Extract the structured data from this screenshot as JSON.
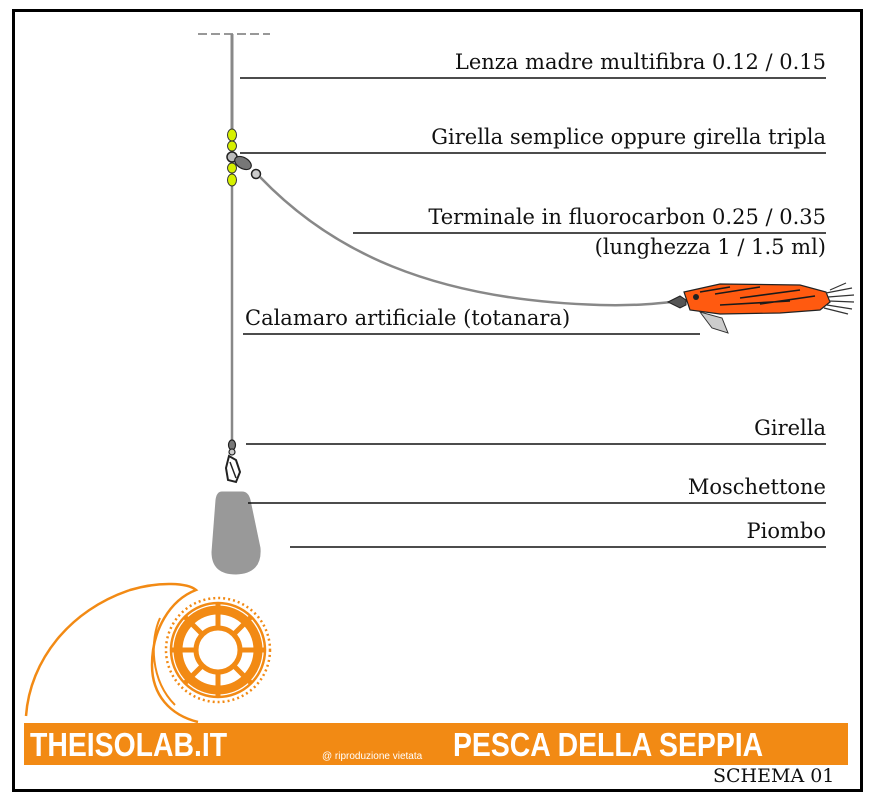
{
  "labels": {
    "main_line": "Lenza madre multifibra 0.12 / 0.15",
    "swivel_top": "Girella semplice oppure girella tripla",
    "leader_line1": "Terminale in fluorocarbon 0.25 / 0.35",
    "leader_line2": "(lunghezza 1 / 1.5 ml)",
    "lure": "Calamaro artificiale (totanara)",
    "swivel": "Girella",
    "snap": "Moschettone",
    "sinker": "Piombo"
  },
  "footer": {
    "brand": "THEISOLAB.IT",
    "copyright": "@ riproduzione vietata",
    "title": "PESCA DELLA SEPPIA",
    "schema": "SCHEMA 01"
  },
  "colors": {
    "accent": "#f28a14",
    "line": "#777777",
    "bead": "#d6f000",
    "lure": "#ff5a10",
    "sinker": "#999999"
  }
}
